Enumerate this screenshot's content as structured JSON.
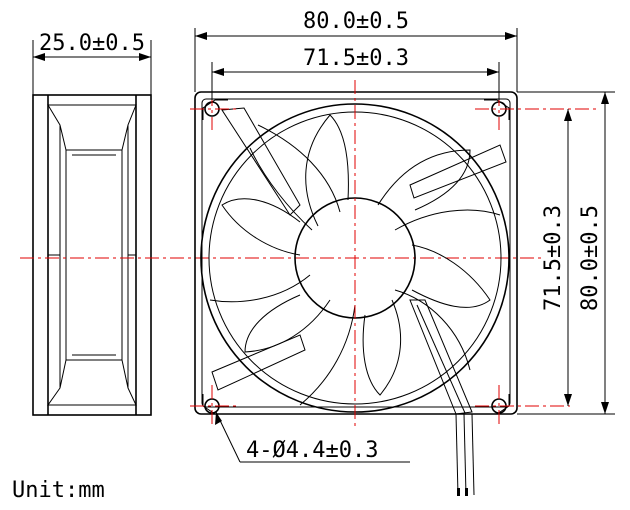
{
  "dimensions": {
    "thickness": "25.0±0.5",
    "outer_width": "80.0±0.5",
    "hole_pitch_horizontal": "71.5±0.3",
    "hole_pitch_vertical": "71.5±0.3",
    "outer_height": "80.0±0.5",
    "mounting_holes": "4-Ø4.4±0.3"
  },
  "unit_label": "Unit:mm",
  "colors": {
    "line": "#000000",
    "centerline": "#e00000"
  }
}
